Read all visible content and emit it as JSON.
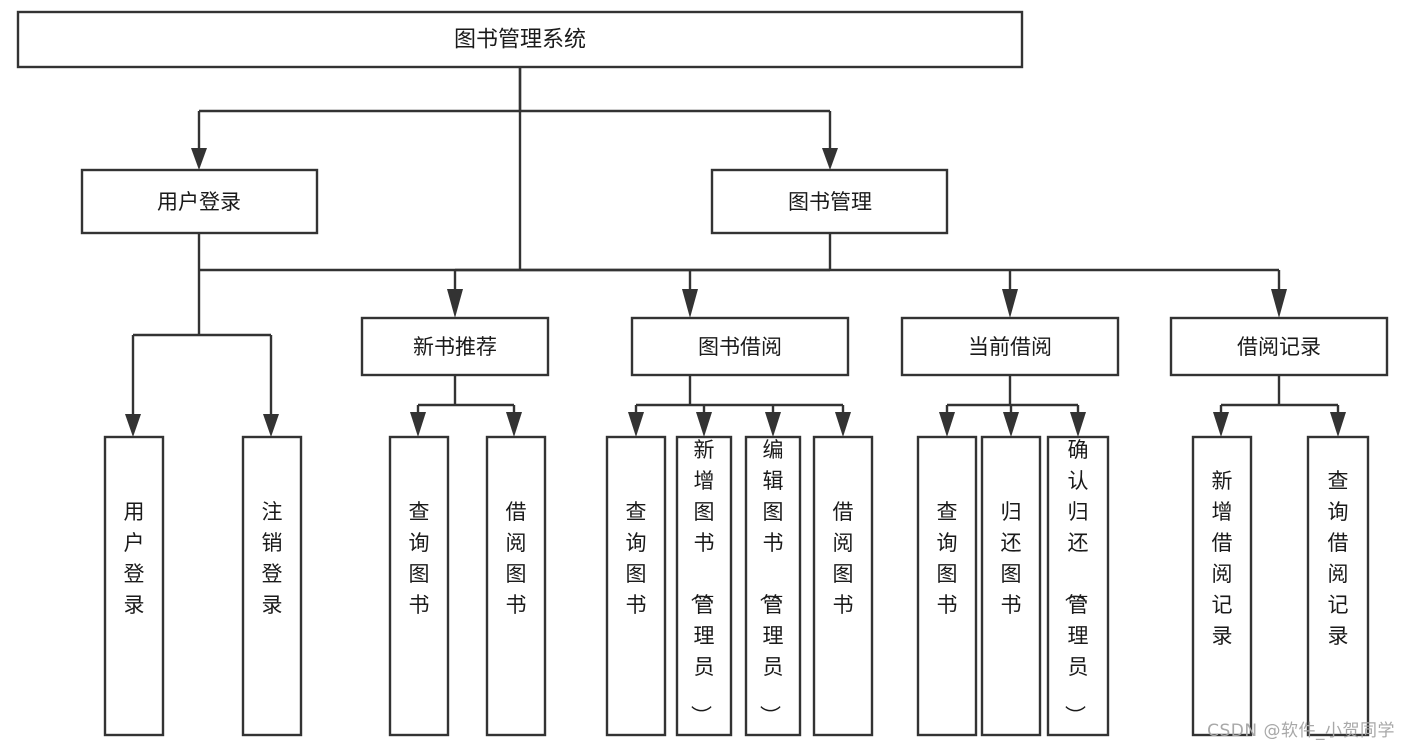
{
  "diagram": {
    "title": "图书管理系统",
    "type": "tree-hierarchy-diagram",
    "colors": {
      "background": "#ffffff",
      "box_fill": "#ffffff",
      "box_stroke": "#333333",
      "text": "#1a1a1a",
      "watermark": "#a8a8a8"
    },
    "root": {
      "label": "图书管理系统"
    },
    "level2": [
      {
        "label": "用户登录"
      },
      {
        "label": "图书管理"
      }
    ],
    "level3": [
      {
        "label": "新书推荐"
      },
      {
        "label": "图书借阅"
      },
      {
        "label": "当前借阅"
      },
      {
        "label": "借阅记录"
      }
    ],
    "leaves": {
      "user_login": [
        {
          "label": "用户登录"
        },
        {
          "label": "注销登录"
        }
      ],
      "new_book_recommend": [
        {
          "label": "查询图书"
        },
        {
          "label": "借阅图书"
        }
      ],
      "book_borrow": [
        {
          "label": "查询图书"
        },
        {
          "label": "新增图书（管理员）"
        },
        {
          "label": "编辑图书（管理员）"
        },
        {
          "label": "借阅图书"
        }
      ],
      "current_borrow": [
        {
          "label": "查询图书"
        },
        {
          "label": "归还图书"
        },
        {
          "label": "确认归还（管理员）"
        }
      ],
      "borrow_record": [
        {
          "label": "新增借阅记录"
        },
        {
          "label": "查询借阅记录"
        }
      ]
    }
  },
  "watermark": {
    "text": "CSDN @软件_小贺同学"
  }
}
